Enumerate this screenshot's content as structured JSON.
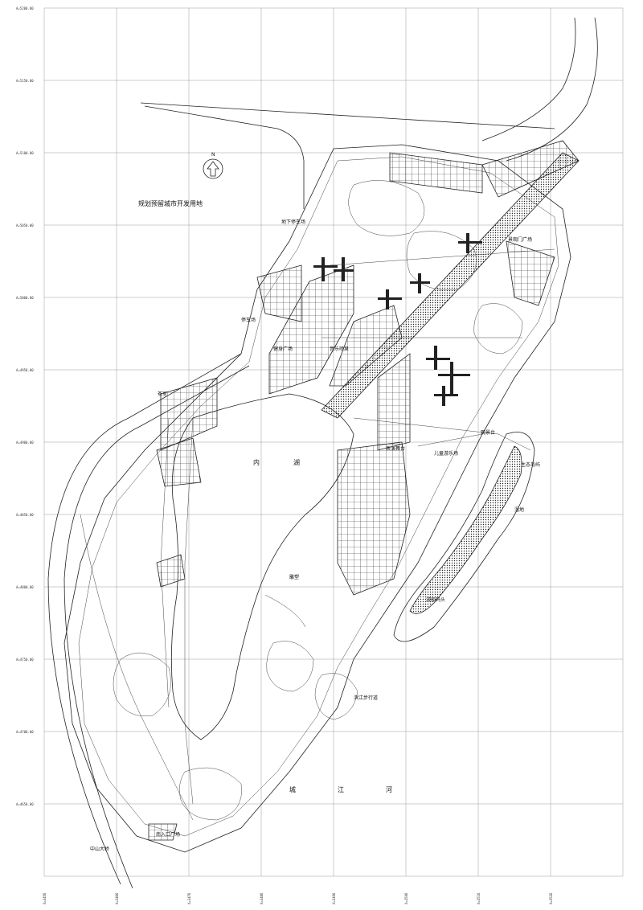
{
  "plan": {
    "title_label": "规划预留城市开发用地",
    "north_label": "N",
    "colors": {
      "line": "#222222",
      "grid": "#9a9a9a",
      "background": "#ffffff"
    },
    "area_labels": [
      {
        "id": "inner-lake-1",
        "text": "内"
      },
      {
        "id": "inner-lake-2",
        "text": "湖"
      },
      {
        "id": "river-1",
        "text": "城"
      },
      {
        "id": "river-2",
        "text": "江"
      },
      {
        "id": "river-3",
        "text": "河"
      },
      {
        "id": "parking",
        "text": "停车场"
      },
      {
        "id": "underground-parking",
        "text": "地下停车场"
      },
      {
        "id": "plaza-east",
        "text": "景观门广场"
      },
      {
        "id": "wetland",
        "text": "湿地"
      },
      {
        "id": "bridge",
        "text": "中山大桥"
      },
      {
        "id": "south-entry",
        "text": "南入口广场"
      },
      {
        "id": "pier",
        "text": "游船码头"
      },
      {
        "id": "island",
        "text": "生态岛屿"
      },
      {
        "id": "walkway",
        "text": "滨江步行道"
      },
      {
        "id": "play",
        "text": "儿童游乐场"
      },
      {
        "id": "performance",
        "text": "表演舞台"
      },
      {
        "id": "observation",
        "text": "观景台"
      },
      {
        "id": "fitness",
        "text": "健身广场"
      },
      {
        "id": "sculpture",
        "text": "雕塑"
      },
      {
        "id": "fountain",
        "text": "音乐喷泉"
      },
      {
        "id": "tea",
        "text": "茶室"
      }
    ],
    "x_ticks": [
      "X=3456",
      "X=3466",
      "X=3476",
      "X=3486",
      "X=3496",
      "X=3506",
      "X=3516",
      "X=3526"
    ],
    "y_ticks": [
      "A=5200.00",
      "A=5150.00",
      "A=5100.00",
      "A=5050.00",
      "A=5000.00",
      "A=4950.00",
      "A=4900.00",
      "A=4850.00",
      "A=4800.00",
      "A=4750.00",
      "A=4700.00",
      "A=4650.00"
    ]
  }
}
